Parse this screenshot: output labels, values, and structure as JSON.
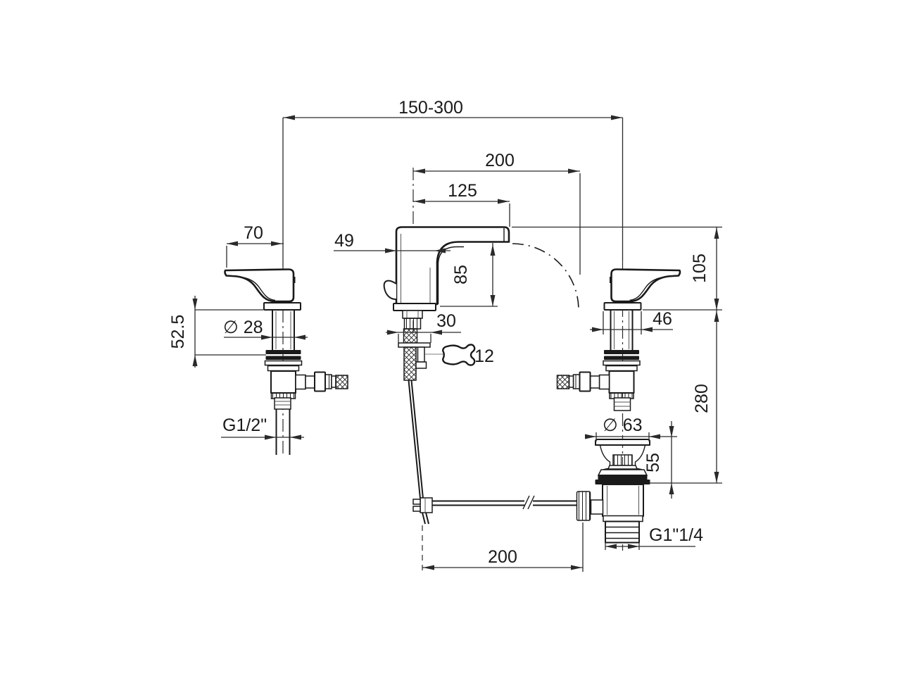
{
  "colors": {
    "line": "#1a1a1a",
    "dim": "#2a2a2a",
    "background": "#ffffff"
  },
  "drawing": {
    "type": "technical dimension drawing",
    "subject": "3-hole basin mixer faucet with two handles, spout and pop-up waste"
  },
  "dims": {
    "spread": "150-300",
    "reach": "200",
    "projection": "125",
    "handle_length": "70",
    "spout_depth": "49",
    "spout_height": "85",
    "body_height": "105",
    "under_deck": "52.5",
    "shank_dia": "∅ 28",
    "hole_dia": "30",
    "wrench": "12",
    "flange": "46",
    "total_height": "280",
    "inlet_thread": "G1/2\"",
    "waste_dia": "∅ 63",
    "waste_height": "55",
    "waste_thread": "G1\"1/4",
    "rod_length": "200"
  },
  "icons": {
    "wrench": "open-end-wrench-icon"
  }
}
